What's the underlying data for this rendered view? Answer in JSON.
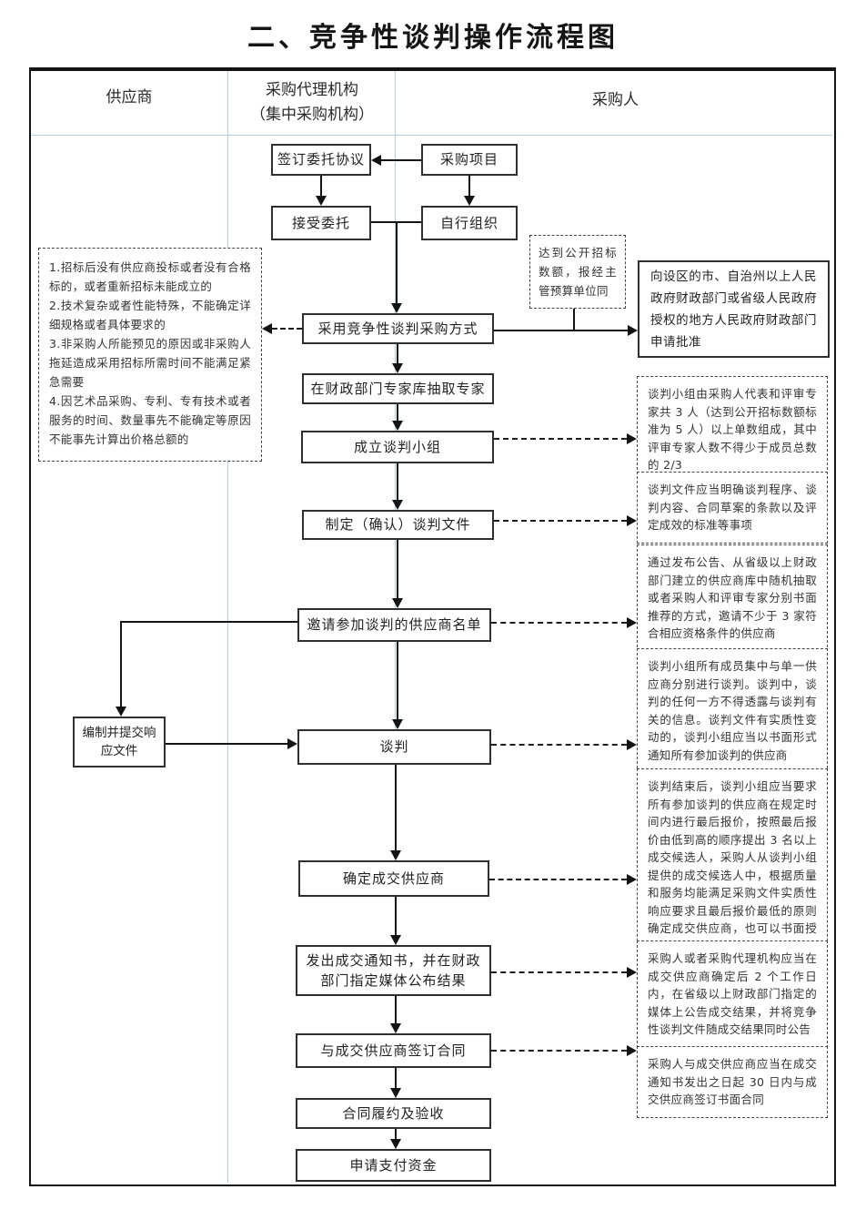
{
  "title": "二、竞争性谈判操作流程图",
  "columns": {
    "supplier": "供应商",
    "agency_line1": "采购代理机构",
    "agency_line2": "（集中采购机构）",
    "purchaser": "采购人"
  },
  "flow": {
    "sign_agreement": "签订委托协议",
    "project": "采购项目",
    "accept": "接受委托",
    "self_organize": "自行组织",
    "adopt": "采用竞争性谈判采购方式",
    "experts": "在财政部门专家库抽取专家",
    "group": "成立谈判小组",
    "documents": "制定（确认）谈判文件",
    "invite": "邀请参加谈判的供应商名单",
    "response": "编制并提交响应文件",
    "negotiate": "谈判",
    "determine": "确定成交供应商",
    "notice": "发出成交通知书，并在财政部门指定媒体公布结果",
    "contract": "与成交供应商签订合同",
    "perform": "合同履约及验收",
    "payment": "申请支付资金",
    "approval": "向设区的市、自治州以上人民政府财政部门或省级人民政府授权的地方人民政府财政部门申请批准"
  },
  "notes": {
    "threshold": "达到公开招标数额，报经主管预算单位同",
    "reasons": [
      "1.招标后没有供应商投标或者没有合格标的，或者重新招标未能成立的",
      "2.技术复杂或者性能特殊，不能确定详细规格或者具体要求的",
      "3.非采购人所能预见的原因或非采购人拖延造成采用招标所需时间不能满足紧急需要",
      "4.因艺术品采购、专利、专有技术或者服务的时间、数量事先不能确定等原因不能事先计算出价格总额的"
    ],
    "group_note": "谈判小组由采购人代表和评审专家共 3 人（达到公开招标数额标准为 5 人）以上单数组成，其中评审专家人数不得少于成员总数的 2/3",
    "documents_note": "谈判文件应当明确谈判程序、谈判内容、合同草案的条款以及评定成效的标准等事项",
    "invite_note": "通过发布公告、从省级以上财政部门建立的供应商库中随机抽取或者采购人和评审专家分别书面推荐的方式，邀请不少于 3 家符合相应资格条件的供应商",
    "negotiate_note": "谈判小组所有成员集中与单一供应商分别进行谈判。谈判中，谈判的任何一方不得透露与谈判有关的信息。谈判文件有实质性变动的，谈判小组应当以书面形式通知所有参加谈判的供应商",
    "determine_note": "谈判结束后，谈判小组应当要求所有参加谈判的供应商在规定时间内进行最后报价，按照最后报价由低到高的顺序提出 3 名以上成交候选人，采购人从谈判小组提供的成交候选人中，根据质量和服务均能满足采购文件实质性响应要求且最后报价最低的原则确定成交供应商，也可以书面授权谈判小组直接确定",
    "notice_note": "采购人或者采购代理机构应当在成交供应商确定后 2 个工作日内，在省级以上财政部门指定的媒体上公告成交结果，并将竞争性谈判文件随成交结果同时公告",
    "contract_note": "采购人与成交供应商应当在成交通知书发出之日起 30 日内与成交供应商签订书面合同"
  },
  "colors": {
    "frame": "#141414",
    "box_border": "#2f2f2f",
    "dashed_border": "#454545",
    "guide_line": "#b3cfdd",
    "arrow": "#141414",
    "background": "#ffffff",
    "text": "#222222"
  }
}
